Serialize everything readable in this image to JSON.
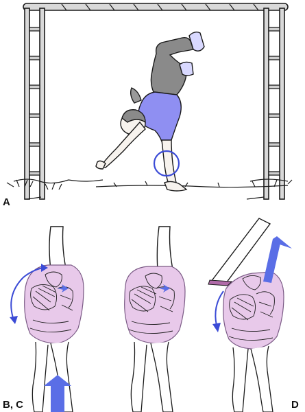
{
  "labels": {
    "a": "A",
    "bc": "B, C",
    "d": "D"
  },
  "colors": {
    "ink": "#1a1a1a",
    "frame": "#d0d0d0",
    "shirt": "#8f8ff2",
    "pants": "#8a8a8a",
    "soft_tissue": "#e8c9ea",
    "tissue_outline": "#7a5a85",
    "arrow_blue": "#5a6ee6",
    "highlight_circle": "#3b4bd6",
    "fracture_fragment": "#b06aa8"
  },
  "icons": {
    "climbing_frame": "climbing-frame-icon",
    "child": "child-handstand-icon",
    "elbow_circle": "elbow-circle-icon",
    "force_arrow": "force-arrow-icon",
    "rotation_arrow": "rotation-arrow-icon"
  }
}
